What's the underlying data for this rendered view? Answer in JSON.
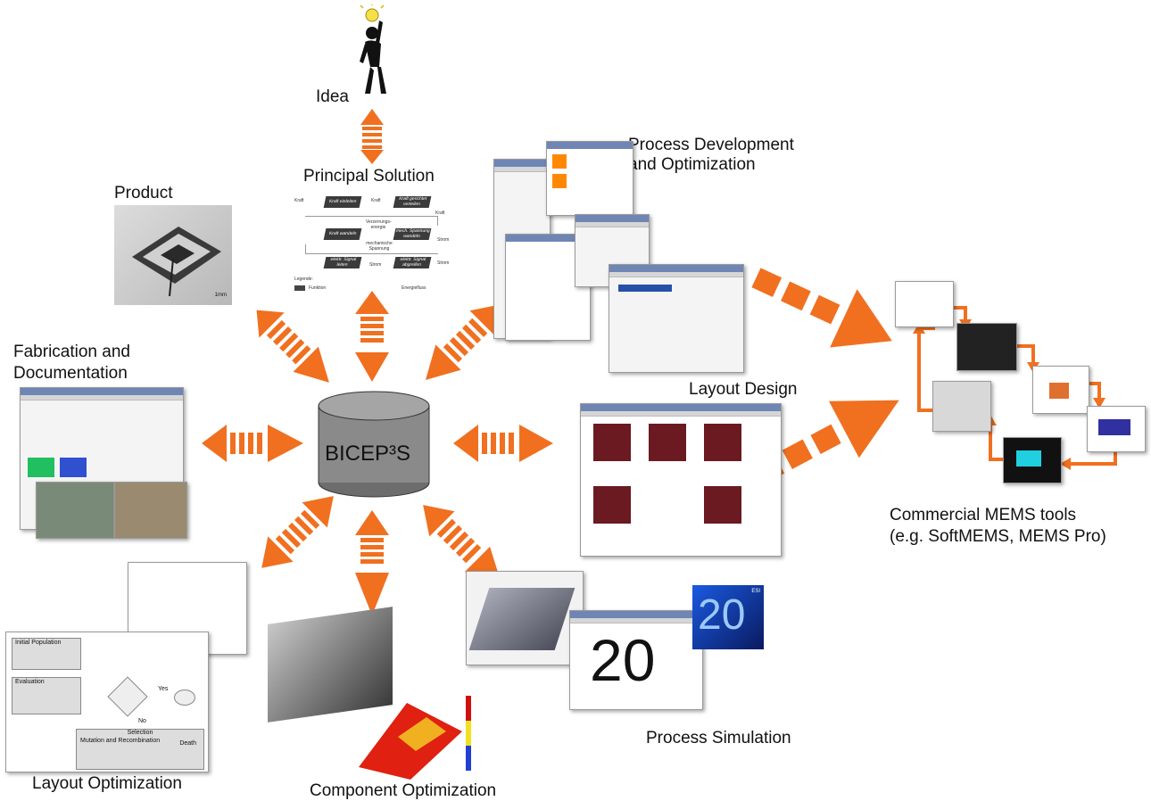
{
  "center": {
    "label": "BICEP³S"
  },
  "nodes": {
    "idea": "Idea",
    "principal_solution": "Principal Solution",
    "product": "Product",
    "process_development": "Process Development\nand Optimization",
    "fabrication": "Fabrication and\nDocumentation",
    "layout_design": "Layout Design",
    "commercial_tools": "Commercial MEMS tools\n(e.g. SoftMEMS, MEMS Pro)",
    "layout_optimization": "Layout Optimization",
    "component_optimization": "Component Optimization",
    "process_simulation": "Process Simulation"
  },
  "principal_solution_diagram": {
    "blocks": [
      "Kraft einleiten",
      "Kraft gerichtet verteilen",
      "Kraft wandeln",
      "mech. Spannung wandeln",
      "elektr. Signal leiten",
      "elektr. Signal abgreifen"
    ],
    "labels": [
      "Kraft",
      "Kraft",
      "Kraft",
      "Verzerrungs-energie",
      "mechanische Spannung",
      "Strom",
      "Strom",
      "Strom"
    ],
    "legend_title": "Legende:",
    "legend_items": [
      "Funktion",
      "Energiefluss"
    ]
  },
  "product_photo": {
    "scale_label": "1mm"
  },
  "layout_optimization_flow": {
    "initial_population": "Initial Population",
    "evaluation": "Evaluation",
    "selection": "Selection",
    "mutation": "Mutation and Recombination",
    "death": "Death",
    "yes": "Yes",
    "no": "No"
  },
  "process_simulation": {
    "number": "20",
    "brand": "ESI"
  },
  "colors": {
    "arrow": "#f07020",
    "cylinder": "#8a8a8a"
  }
}
